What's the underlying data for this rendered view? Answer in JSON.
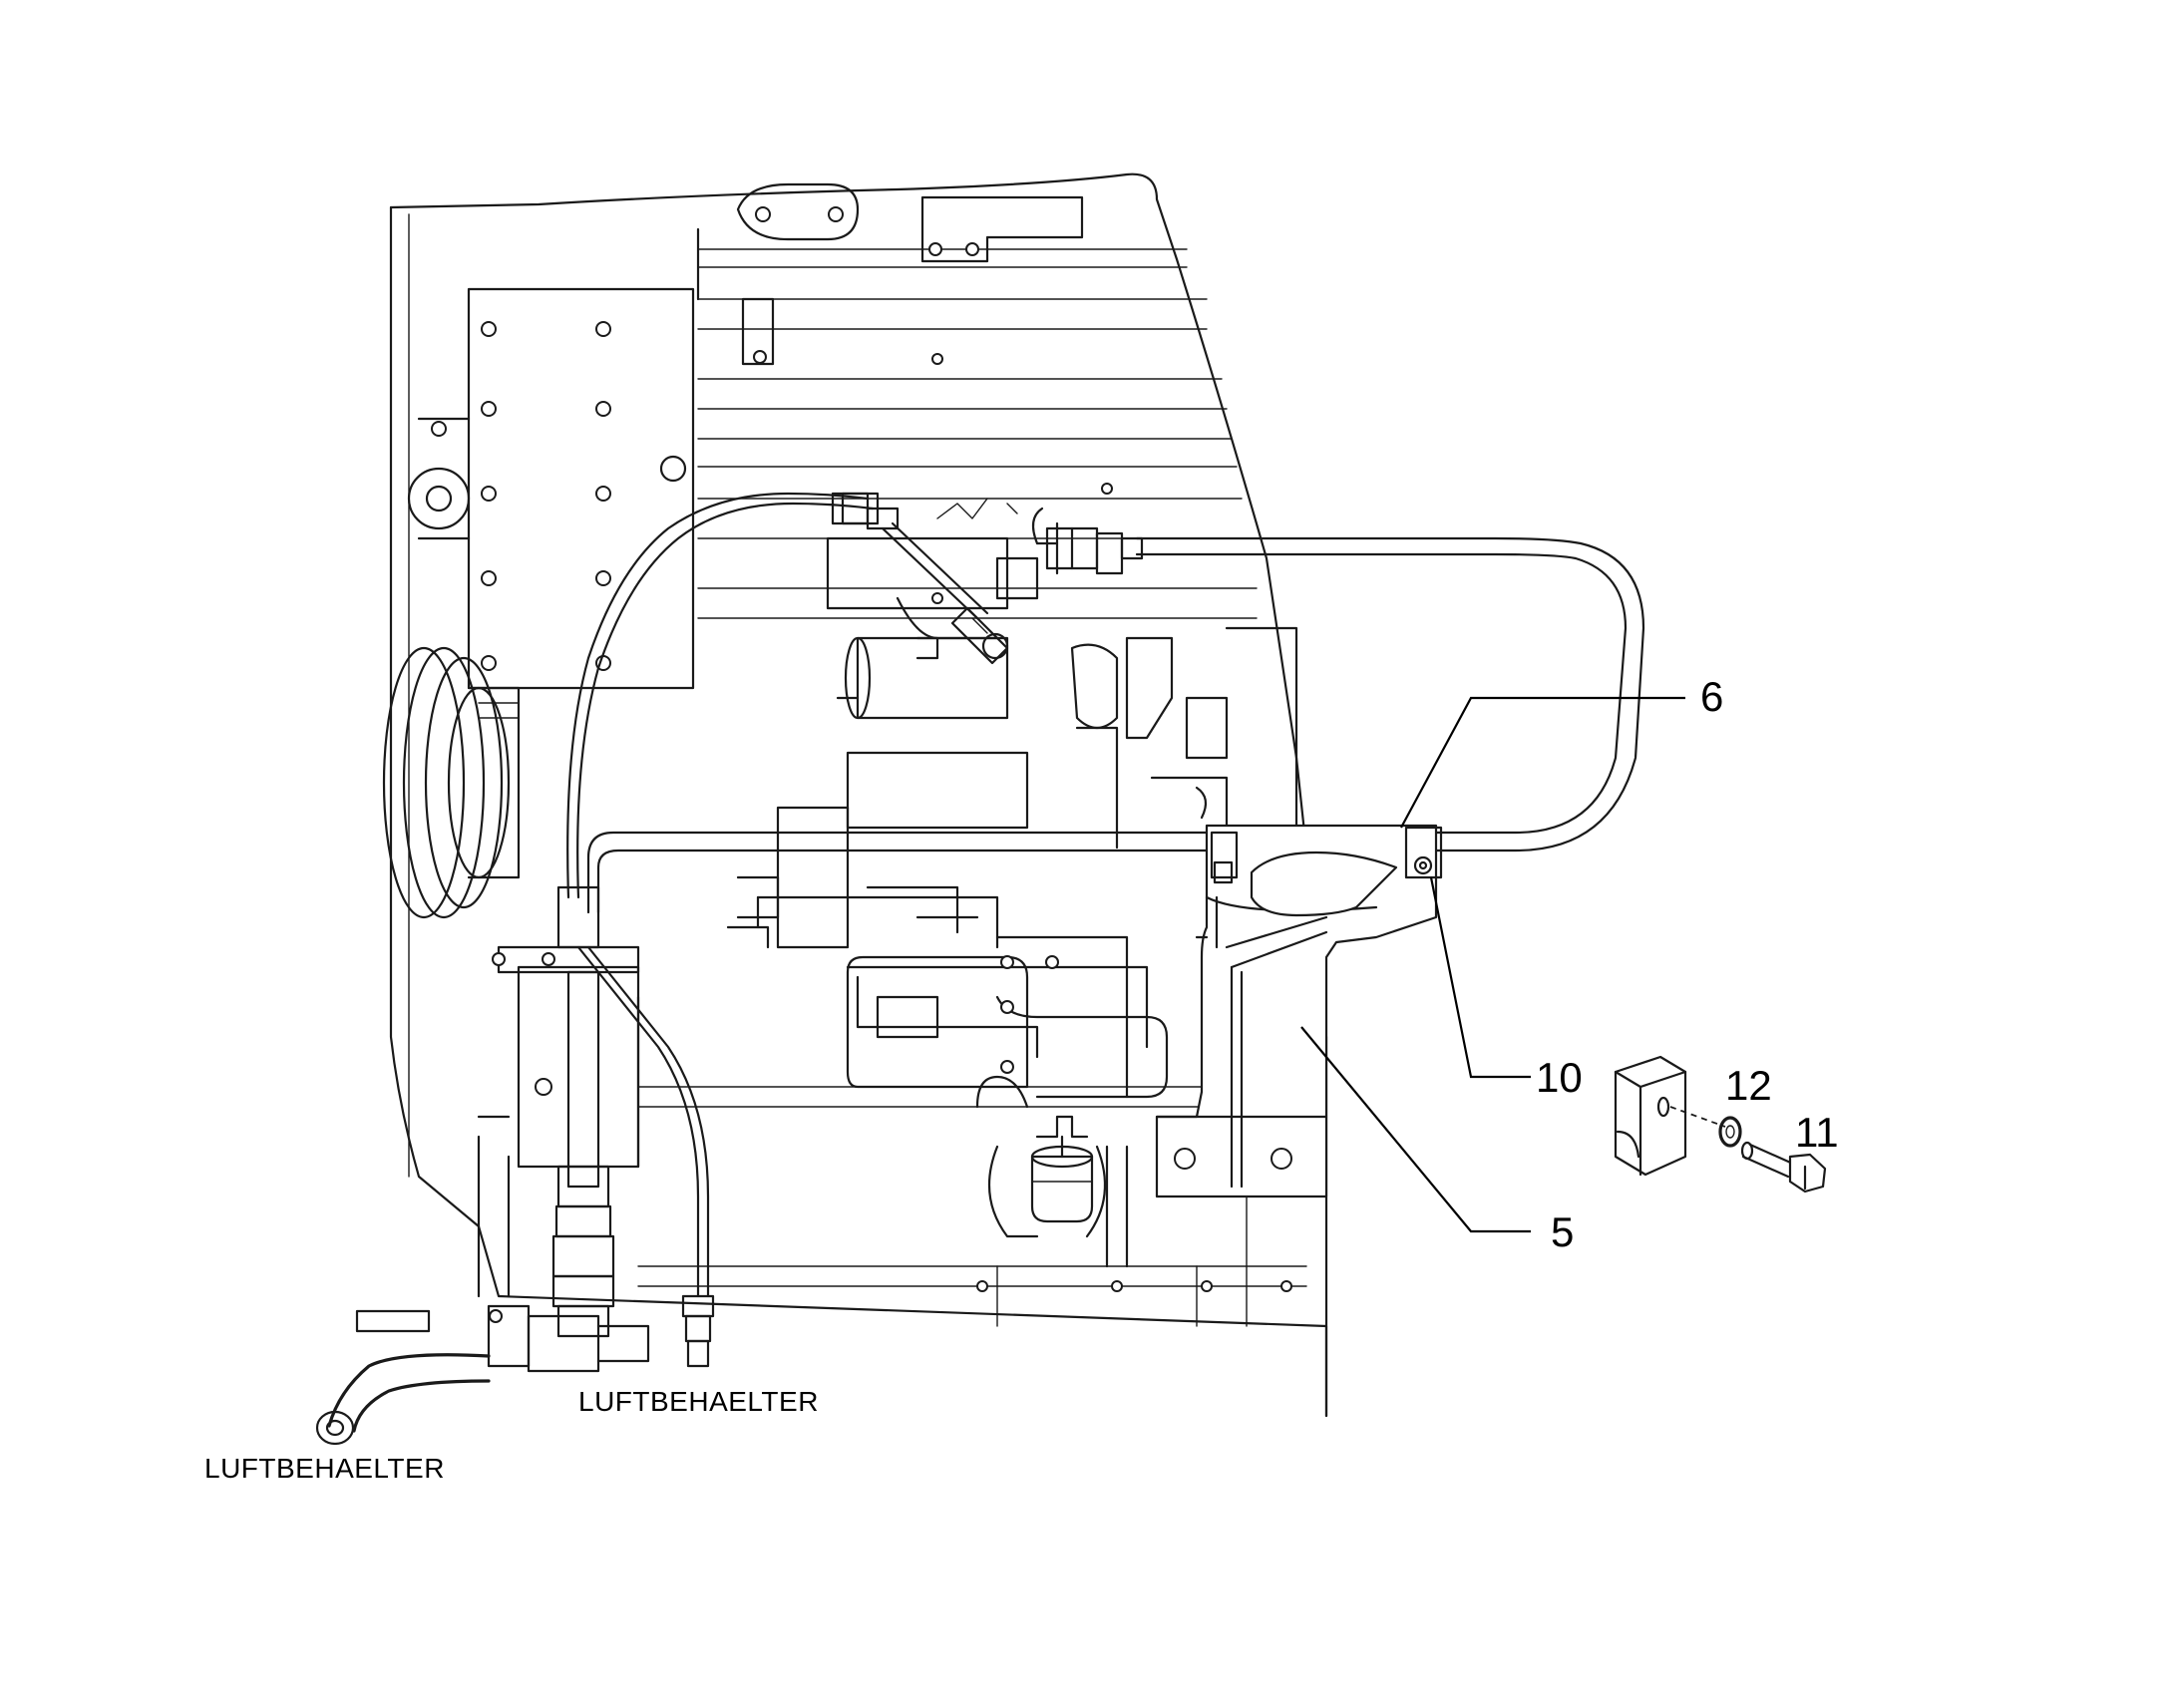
{
  "callouts": {
    "c6": "6",
    "c10": "10",
    "c12": "12",
    "c11": "11",
    "c5": "5"
  },
  "labels": {
    "air_tank_center": "LUFTBEHAELTER",
    "air_tank_left": "LUFTBEHAELTER"
  }
}
